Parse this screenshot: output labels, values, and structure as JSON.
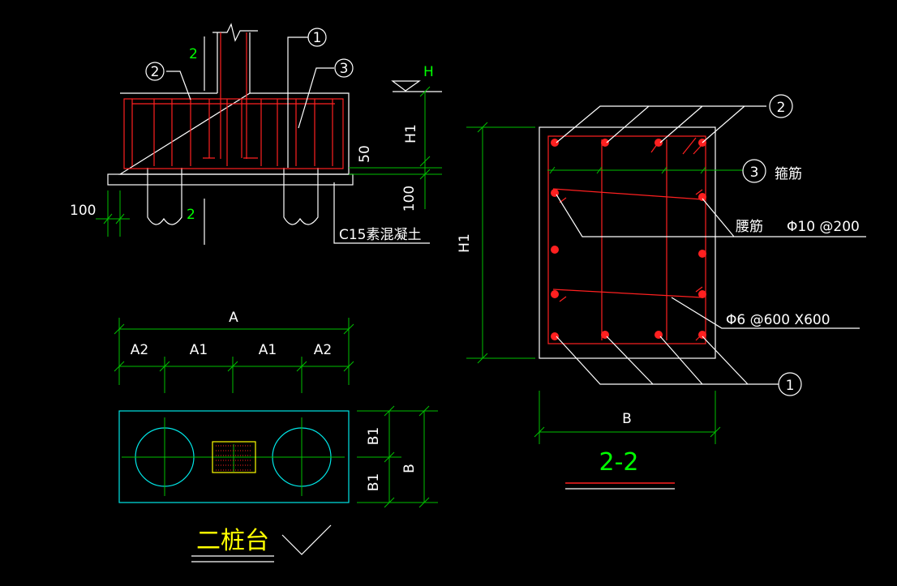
{
  "colors": {
    "background": "#000000",
    "outline": "#ffffff",
    "rebar": "#ff2020",
    "dimension": "#00c000",
    "pile_plan": "#00e5e5",
    "title": "#ffff00"
  },
  "elevation": {
    "callout_1": "1",
    "callout_2": "2",
    "callout_3": "3",
    "section_mark_2": "2",
    "level_mark": "H",
    "height_dim": "H1",
    "dim_50": "50",
    "dim_100_right": "100",
    "dim_100_left": "100",
    "bedding_note": "C15素混凝土"
  },
  "plan": {
    "dim_total": "A",
    "dim_segments": [
      "A2",
      "A1",
      "A1",
      "A2"
    ],
    "dim_b1_upper": "B1",
    "dim_b1_lower": "B1",
    "dim_b": "B",
    "title": "二桩台"
  },
  "section": {
    "callout_2": "2",
    "callout_3": "3",
    "stirrup_label": "箍筋",
    "waist_bar_label": "腰筋",
    "waist_bar_spec": "Φ10 @200",
    "tie_spec": "Φ6 @600 X600",
    "callout_1": "1",
    "height_dim": "H1",
    "width_dim": "B",
    "title": "2-2"
  }
}
